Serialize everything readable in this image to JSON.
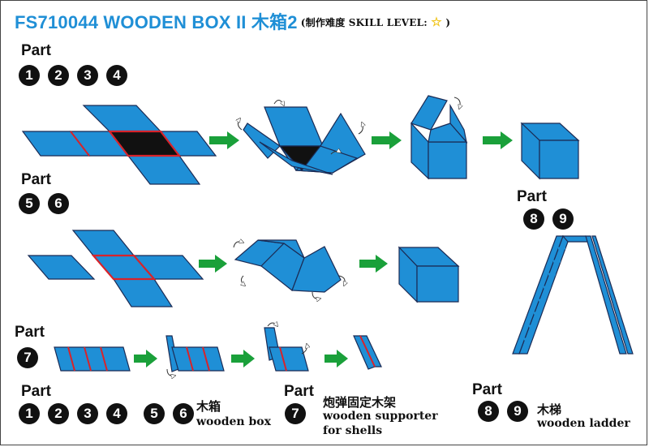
{
  "title": {
    "main": "FS710044 WOODEN BOX II 木箱2",
    "skill": "(制作难度 SKILL LEVEL:",
    "skill_end": ")"
  },
  "colors": {
    "accent": "#1f8fd6",
    "part_blue": "#1f8fd6",
    "arrow_green": "#1aa03a",
    "edge_red": "#d8232a"
  },
  "sections": [
    {
      "part_label": "Part",
      "numbers": [
        "1",
        "2",
        "3",
        "4"
      ]
    },
    {
      "part_label": "Part",
      "numbers": [
        "5",
        "6"
      ]
    },
    {
      "part_label": "Part",
      "numbers": [
        "7"
      ]
    },
    {
      "part_label": "Part",
      "numbers": [
        "8",
        "9"
      ]
    }
  ],
  "legend": {
    "box": {
      "part_label": "Part",
      "numbers": [
        "1",
        "2",
        "3",
        "4",
        "5",
        "6"
      ],
      "cn": "木箱",
      "en": "wooden box"
    },
    "supporter": {
      "part_label": "Part",
      "numbers": [
        "7"
      ],
      "cn": "炮弹固定木架",
      "en_1": "wooden supporter",
      "en_2": "for shells"
    },
    "ladder": {
      "part_label": "Part",
      "numbers": [
        "8",
        "9"
      ],
      "cn": "木梯",
      "en": "wooden ladder"
    }
  }
}
